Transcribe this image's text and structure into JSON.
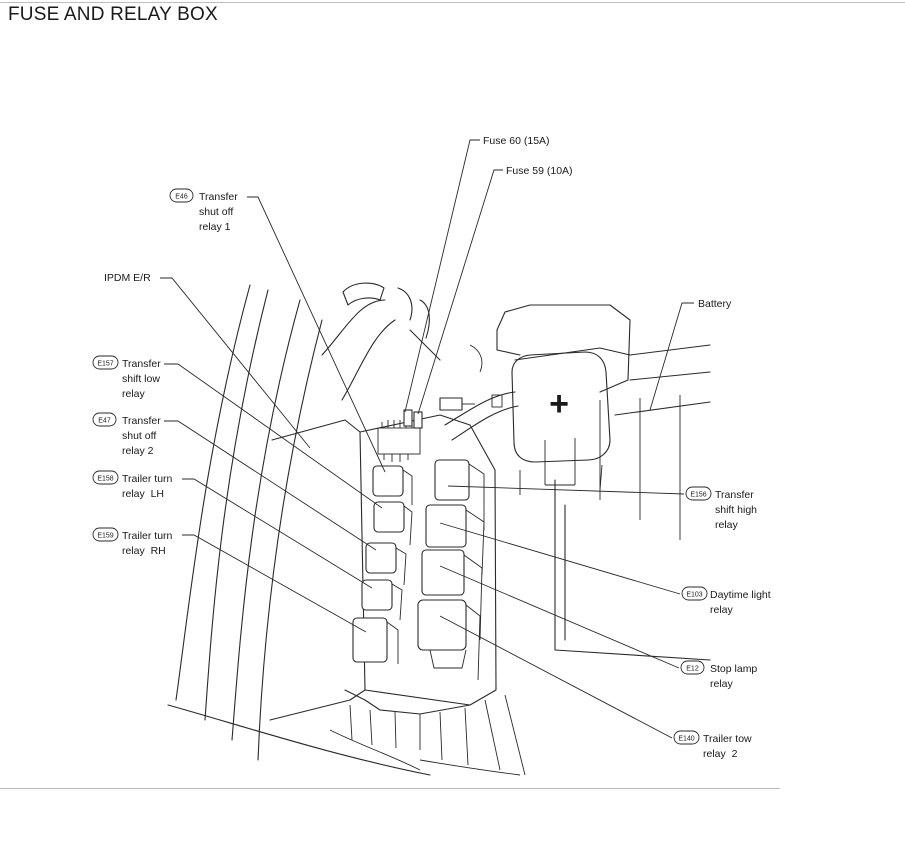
{
  "title": "FUSE AND RELAY BOX",
  "callouts": {
    "fuse60": {
      "text": "Fuse 60 (15A)"
    },
    "fuse59": {
      "text": "Fuse 59 (10A)"
    },
    "e46": {
      "code": "E46",
      "line1": "Transfer",
      "line2": "shut off",
      "line3": "relay 1"
    },
    "ipdm": {
      "text": "IPDM E/R"
    },
    "battery": {
      "text": "Battery"
    },
    "e157": {
      "code": "E157",
      "line1": "Transfer",
      "line2": "shift low",
      "line3": "relay"
    },
    "e47": {
      "code": "E47",
      "line1": "Transfer",
      "line2": "shut off",
      "line3": "relay 2"
    },
    "e158": {
      "code": "E158",
      "line1": "Trailer turn",
      "line2": "relay  LH"
    },
    "e159": {
      "code": "E159",
      "line1": "Trailer turn",
      "line2": "relay  RH"
    },
    "e156": {
      "code": "E156",
      "line1": "Transfer",
      "line2": "shift high",
      "line3": "relay"
    },
    "e103": {
      "code": "E103",
      "line1": "Daytime light",
      "line2": "relay"
    },
    "e12": {
      "code": "E12",
      "line1": "Stop lamp",
      "line2": "relay"
    },
    "e140": {
      "code": "E140",
      "line1": "Trailer tow",
      "line2": "relay  2"
    }
  },
  "battery_terminal_symbol": "+"
}
